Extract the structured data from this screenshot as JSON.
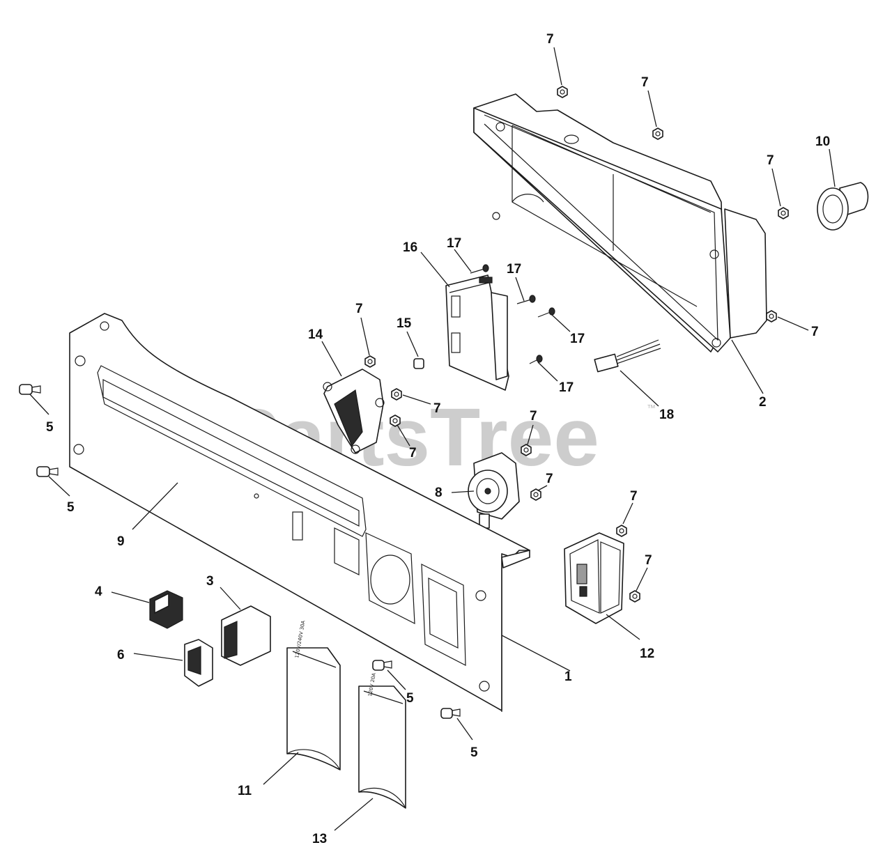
{
  "watermark": {
    "text": "PartsTree",
    "trademark": "™"
  },
  "labels": {
    "cover_10": "120V/240V 30A",
    "cover_11": "120V 20A"
  },
  "callouts": [
    {
      "id": "c1",
      "text": "1"
    },
    {
      "id": "c2",
      "text": "2"
    },
    {
      "id": "c3",
      "text": "3"
    },
    {
      "id": "c4",
      "text": "4"
    },
    {
      "id": "c5a",
      "text": "5"
    },
    {
      "id": "c5b",
      "text": "5"
    },
    {
      "id": "c5c",
      "text": "5"
    },
    {
      "id": "c5d",
      "text": "5"
    },
    {
      "id": "c6",
      "text": "6"
    },
    {
      "id": "c7a",
      "text": "7"
    },
    {
      "id": "c7b",
      "text": "7"
    },
    {
      "id": "c7c",
      "text": "7"
    },
    {
      "id": "c7d",
      "text": "7"
    },
    {
      "id": "c7e",
      "text": "7"
    },
    {
      "id": "c7f",
      "text": "7"
    },
    {
      "id": "c7g",
      "text": "7"
    },
    {
      "id": "c7h",
      "text": "7"
    },
    {
      "id": "c7i",
      "text": "7"
    },
    {
      "id": "c7j",
      "text": "7"
    },
    {
      "id": "c7k",
      "text": "7"
    },
    {
      "id": "c8",
      "text": "8"
    },
    {
      "id": "c9",
      "text": "9"
    },
    {
      "id": "c10",
      "text": "10"
    },
    {
      "id": "c11",
      "text": "11"
    },
    {
      "id": "c12",
      "text": "12"
    },
    {
      "id": "c13",
      "text": "13"
    },
    {
      "id": "c14",
      "text": "14"
    },
    {
      "id": "c15",
      "text": "15"
    },
    {
      "id": "c16",
      "text": "16"
    },
    {
      "id": "c17a",
      "text": "17"
    },
    {
      "id": "c17b",
      "text": "17"
    },
    {
      "id": "c17c",
      "text": "17"
    },
    {
      "id": "c17d",
      "text": "17"
    },
    {
      "id": "c18",
      "text": "18"
    }
  ]
}
